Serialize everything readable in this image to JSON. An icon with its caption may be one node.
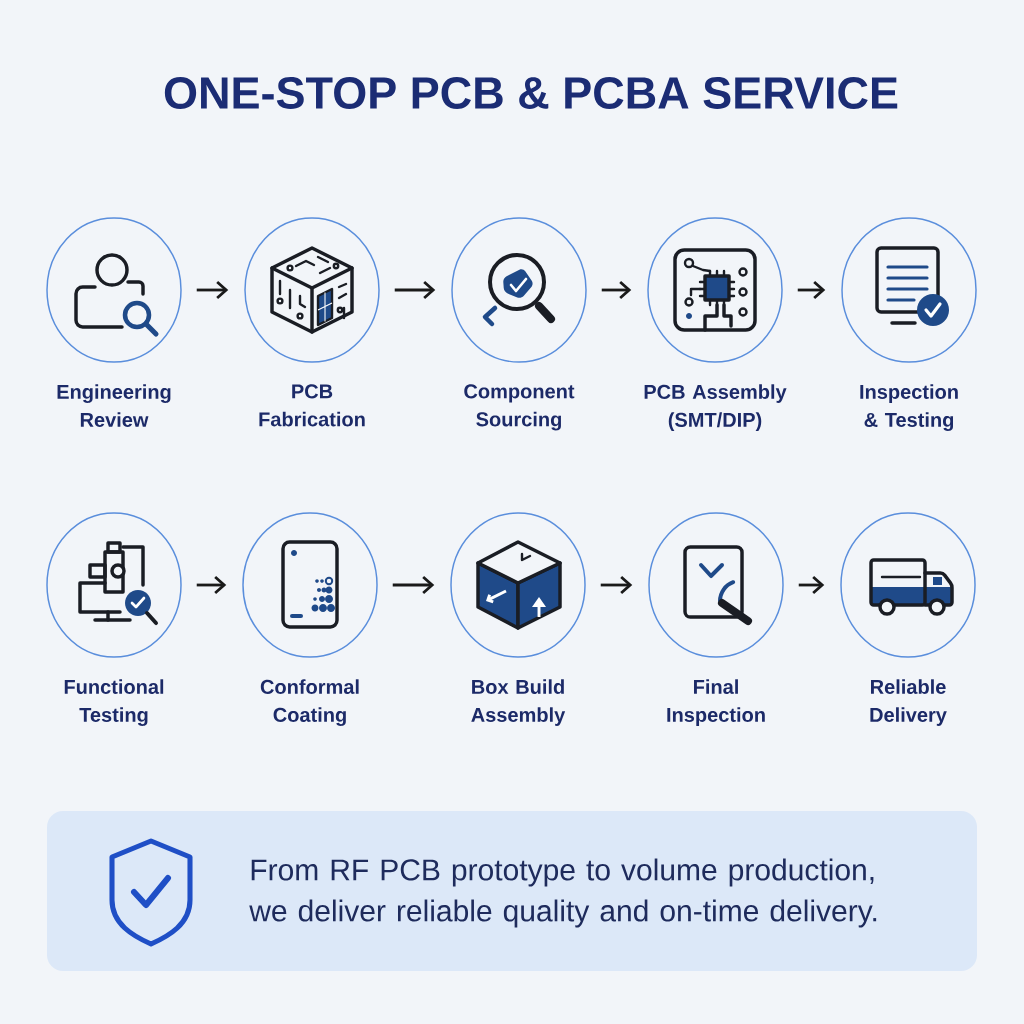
{
  "diagram": {
    "title": "ONE-STOP PCB & PCBA SERVICE",
    "nodes": [
      {
        "text": [
          "Engineering Review"
        ]
      },
      {
        "text": [
          "PCB Fabrication"
        ]
      },
      {
        "text": [
          "Component Sourcing"
        ]
      },
      {
        "text": [
          "PCB Assembly (SMT/DIP)"
        ]
      },
      {
        "text": [
          "Inspection & Testing"
        ]
      },
      {
        "text": [
          "Functional Testing"
        ]
      },
      {
        "text": [
          "Conformal Coating"
        ]
      },
      {
        "text": [
          "Box Build Assembly"
        ]
      },
      {
        "text": [
          "Final Inspection"
        ]
      },
      {
        "text": [
          "Reliable Delivery"
        ]
      },
      {
        "text": [
          "From RF PCB prototype to volume production, we deliver reliable quality and on-time delivery."
        ]
      }
    ],
    "edges": [
      {
        "from": 0,
        "to": 1,
        "arrow": "to"
      },
      {
        "from": 1,
        "to": 2,
        "arrow": "to"
      },
      {
        "from": 2,
        "to": 3,
        "arrow": "to"
      },
      {
        "from": 3,
        "to": 4,
        "arrow": "to"
      },
      {
        "from": 5,
        "to": 6,
        "arrow": "to"
      },
      {
        "from": 6,
        "to": 7,
        "arrow": "to"
      },
      {
        "from": 7,
        "to": 8,
        "arrow": "to"
      },
      {
        "from": 8,
        "to": 9,
        "arrow": "to"
      }
    ]
  }
}
